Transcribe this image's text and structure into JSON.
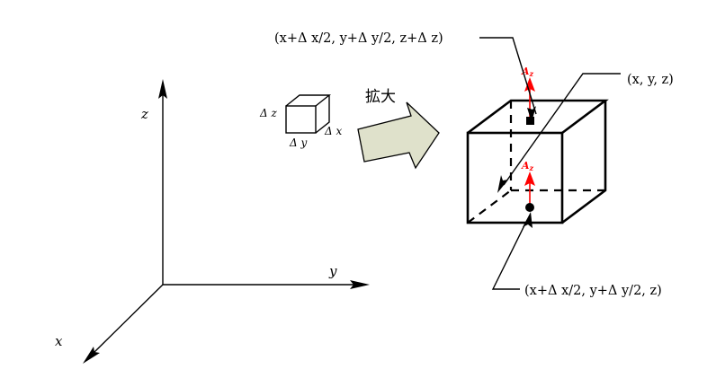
{
  "figure": {
    "title": "Control volume cube with z-component vector field",
    "background_color": "#ffffff",
    "line_color": "#000000",
    "vector_color": "#ff0000",
    "block_arrow_color": "#dfe1cb"
  },
  "axes": {
    "z_label": "z",
    "y_label": "y",
    "x_label": "x"
  },
  "small_cube": {
    "delta_z_label": "Δ z",
    "delta_y_label": "Δ y",
    "delta_x_label": "Δ x"
  },
  "zoom_arrow": {
    "label": "拡大"
  },
  "callouts": {
    "top_left": "(x+Δ x/2,  y+Δ y/2,  z+Δ z)",
    "top_right": "(x,  y,  z)",
    "bottom_right": "(x+Δ x/2,  y+Δ y/2,  z)"
  },
  "vectors": {
    "upper_label": "A",
    "upper_subscript": "z",
    "lower_label": "A",
    "lower_subscript": "z"
  }
}
